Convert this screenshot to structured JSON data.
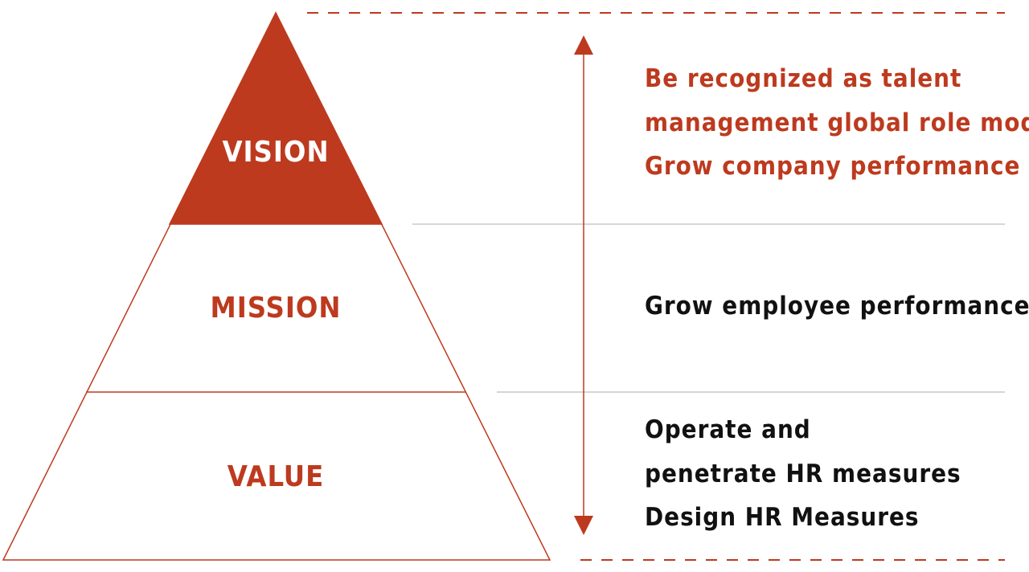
{
  "colors": {
    "accent": "#bd3a1e",
    "text": "#111111",
    "divider": "#c8c8c8",
    "background": "#ffffff"
  },
  "tiers": {
    "vision": {
      "label": "VISION",
      "lines": [
        "Be recognized as talent",
        "management global role model",
        "Grow company performance"
      ]
    },
    "mission": {
      "label": "MISSION",
      "lines": [
        "Grow employee performance"
      ]
    },
    "value": {
      "label": "VALUE",
      "lines": [
        "Operate and",
        "penetrate HR measures",
        "Design HR Measures"
      ]
    }
  }
}
